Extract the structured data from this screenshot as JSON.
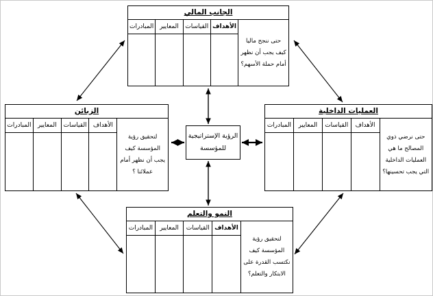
{
  "diagram": {
    "name": "balanced-scorecard",
    "colors": {
      "line": "#000000",
      "background": "#ffffff"
    },
    "center": {
      "line1": "الرؤية الإستراتيجية",
      "line2": "للمؤسسة"
    },
    "headers": [
      "الأهداف",
      "القياسات",
      "المعايير",
      "المبادرات"
    ],
    "tables": {
      "financial": {
        "title": "الجانب المالي",
        "question": "حتى ننجح ماليا كيف يجب أن نظهر أمام حملة الأسهم؟"
      },
      "customers": {
        "title": "الزبائن",
        "question": "لتحقيق رؤية المؤسسة كيف يجب أن نظهر أمام عملائنا ؟"
      },
      "internal": {
        "title": "العمليات الداخلية",
        "question": "حتى نرضي ذوي المصالح ما هي العمليات الداخلية التي يجب تحسينها؟"
      },
      "learning": {
        "title": "النمو والتعلم",
        "question": "لتحقيق رؤية المؤسسة كيف نكتسب القدرة على الابتكار والتعلم؟"
      }
    }
  }
}
